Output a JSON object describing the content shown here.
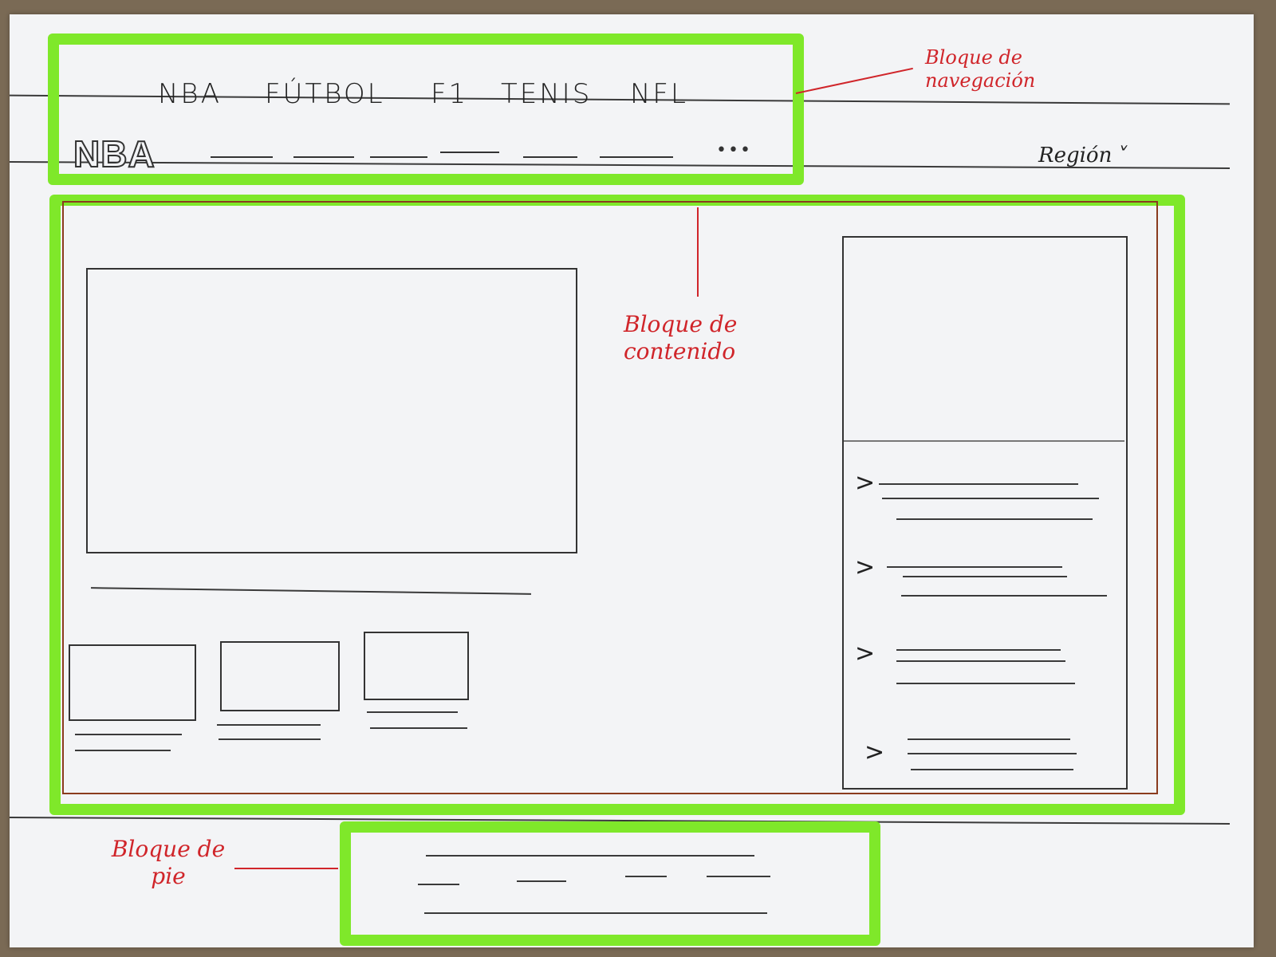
{
  "nav": {
    "links": [
      "NBA",
      "FÚTBOL",
      "F1",
      "TENIS",
      "NFL"
    ],
    "logo": "NBA",
    "more": "•••",
    "region": "Región ˅"
  },
  "annotations": {
    "nav_block": "Bloque de navegación",
    "content_block": "Bloque de contenido",
    "footer_block": "Bloque de pie"
  },
  "sidebar": {
    "bullet": ">"
  },
  "colors": {
    "highlight": "#7fe82a",
    "annotation": "#d0252a",
    "pencil": "#333333"
  }
}
